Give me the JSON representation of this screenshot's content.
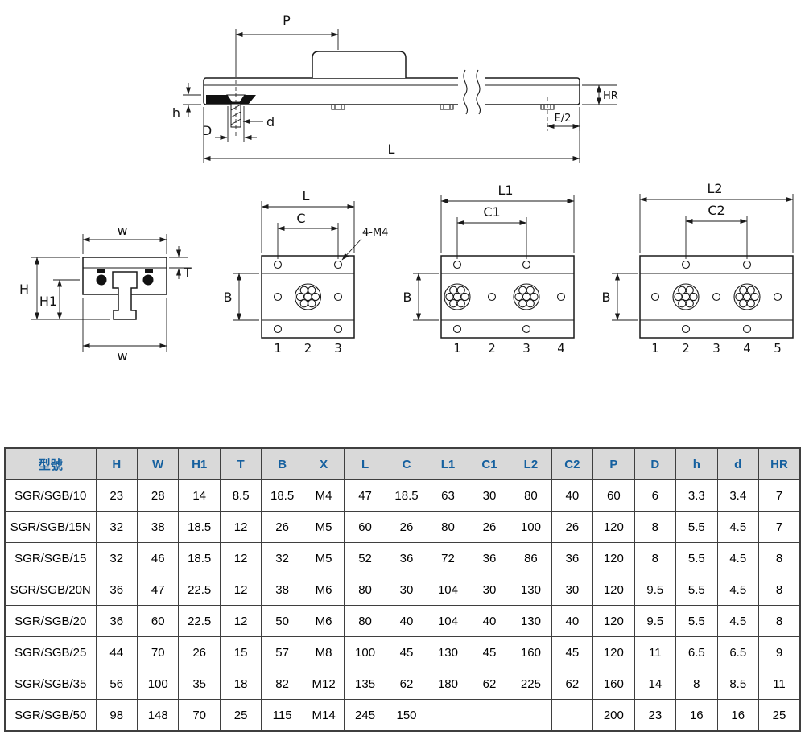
{
  "colors": {
    "header_bg": "#d9d9d9",
    "header_text": "#15609f",
    "line": "#1a1a1a"
  },
  "drawings": {
    "side": {
      "p": "P",
      "h": "h",
      "head_dia": "D",
      "shank_dia": "d",
      "e_half": "E/2",
      "hr": "HR",
      "l": "L"
    },
    "cross": {
      "w_top": "w",
      "h": "H",
      "h1": "H1",
      "t": "T",
      "w_bottom": "w"
    },
    "views": [
      {
        "length": "L",
        "pitch": "C",
        "width": "B",
        "note": "4-M4",
        "numbers": [
          "1",
          "2",
          "3"
        ]
      },
      {
        "length": "L1",
        "pitch": "C1",
        "width": "B",
        "numbers": [
          "1",
          "2",
          "3",
          "4"
        ]
      },
      {
        "length": "L2",
        "pitch": "C2",
        "width": "B",
        "numbers": [
          "1",
          "2",
          "3",
          "4",
          "5"
        ]
      }
    ]
  },
  "table": {
    "headers": [
      "型號",
      "H",
      "W",
      "H1",
      "T",
      "B",
      "X",
      "L",
      "C",
      "L1",
      "C1",
      "L2",
      "C2",
      "P",
      "D",
      "h",
      "d",
      "HR"
    ],
    "rows": [
      [
        "SGR/SGB/10",
        "23",
        "28",
        "14",
        "8.5",
        "18.5",
        "M4",
        "47",
        "18.5",
        "63",
        "30",
        "80",
        "40",
        "60",
        "6",
        "3.3",
        "3.4",
        "7"
      ],
      [
        "SGR/SGB/15N",
        "32",
        "38",
        "18.5",
        "12",
        "26",
        "M5",
        "60",
        "26",
        "80",
        "26",
        "100",
        "26",
        "120",
        "8",
        "5.5",
        "4.5",
        "7"
      ],
      [
        "SGR/SGB/15",
        "32",
        "46",
        "18.5",
        "12",
        "32",
        "M5",
        "52",
        "36",
        "72",
        "36",
        "86",
        "36",
        "120",
        "8",
        "5.5",
        "4.5",
        "8"
      ],
      [
        "SGR/SGB/20N",
        "36",
        "47",
        "22.5",
        "12",
        "38",
        "M6",
        "80",
        "30",
        "104",
        "30",
        "130",
        "30",
        "120",
        "9.5",
        "5.5",
        "4.5",
        "8"
      ],
      [
        "SGR/SGB/20",
        "36",
        "60",
        "22.5",
        "12",
        "50",
        "M6",
        "80",
        "40",
        "104",
        "40",
        "130",
        "40",
        "120",
        "9.5",
        "5.5",
        "4.5",
        "8"
      ],
      [
        "SGR/SGB/25",
        "44",
        "70",
        "26",
        "15",
        "57",
        "M8",
        "100",
        "45",
        "130",
        "45",
        "160",
        "45",
        "120",
        "11",
        "6.5",
        "6.5",
        "9"
      ],
      [
        "SGR/SGB/35",
        "56",
        "100",
        "35",
        "18",
        "82",
        "M12",
        "135",
        "62",
        "180",
        "62",
        "225",
        "62",
        "160",
        "14",
        "8",
        "8.5",
        "11"
      ],
      [
        "SGR/SGB/50",
        "98",
        "148",
        "70",
        "25",
        "115",
        "M14",
        "245",
        "150",
        "",
        "",
        "",
        "",
        "200",
        "23",
        "16",
        "16",
        "25"
      ]
    ]
  }
}
